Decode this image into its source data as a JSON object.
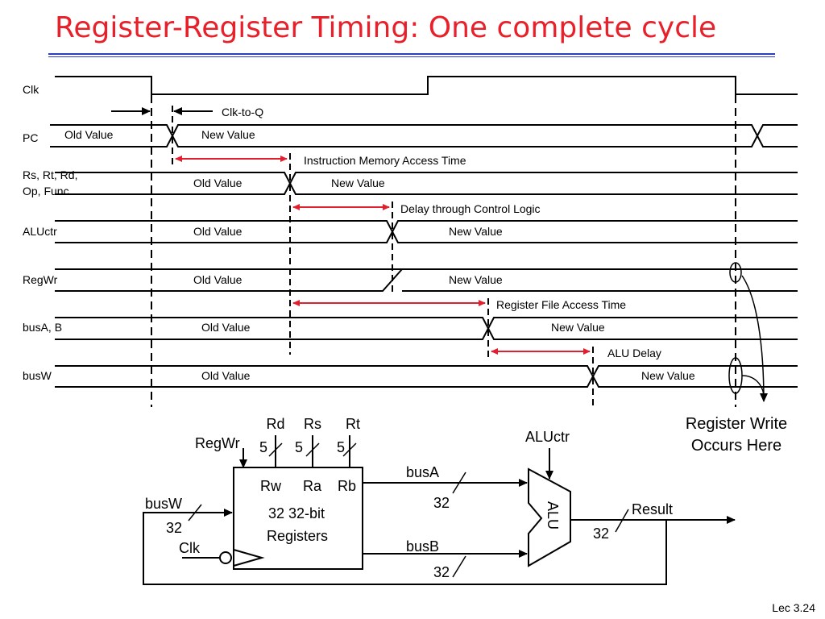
{
  "title": "Register-Register Timing: One complete cycle",
  "footer": "Lec 3.24",
  "timing": {
    "signals": {
      "clk": "Clk",
      "pc": "PC",
      "rs_line1": "Rs, Rt, Rd,",
      "rs_line2": "Op, Func",
      "aluctr": "ALUctr",
      "regwr": "RegWr",
      "busab": "busA, B",
      "busw": "busW"
    },
    "values": {
      "pc_old": "Old Value",
      "pc_new": "New Value",
      "rs_old": "Old Value",
      "rs_new": "New Value",
      "aluctr_old": "Old Value",
      "aluctr_new": "New Value",
      "regwr_old": "Old Value",
      "regwr_new": "New Value",
      "busab_old": "Old Value",
      "busab_new": "New Value",
      "busw_old": "Old Value",
      "busw_new": "New Value"
    },
    "annotations": {
      "clk_to_q": "Clk-to-Q",
      "imem": "Instruction Memory Access Time",
      "control": "Delay through Control Logic",
      "regfile": "Register File Access Time",
      "alu_delay": "ALU Delay",
      "write_line1": "Register Write",
      "write_line2": "Occurs Here"
    }
  },
  "datapath": {
    "rd": "Rd",
    "rs": "Rs",
    "rt": "Rt",
    "regwr": "RegWr",
    "w5a": "5",
    "w5b": "5",
    "w5c": "5",
    "rw": "Rw",
    "ra": "Ra",
    "rb": "Rb",
    "reg_line1": "32  32-bit",
    "reg_line2": "Registers",
    "busw": "busW",
    "w32_busw": "32",
    "clk": "Clk",
    "busa": "busA",
    "w32_busa": "32",
    "busb": "busB",
    "w32_busb": "32",
    "aluctr": "ALUctr",
    "alu": "ALU",
    "result": "Result",
    "w32_result": "32"
  },
  "colors": {
    "title": "#e8202a",
    "title_rule": "#2a3fc0",
    "timing_arrow": "#e0202e"
  }
}
